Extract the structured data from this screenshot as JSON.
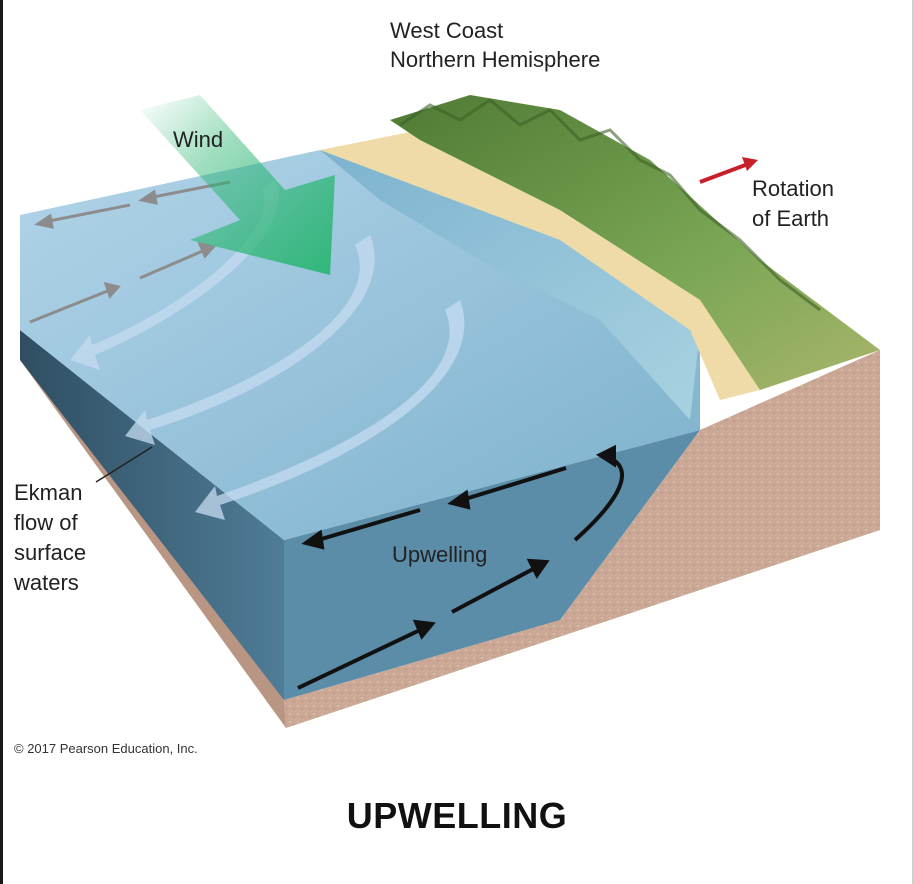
{
  "labels": {
    "location_line1": "West Coast",
    "location_line2": "Northern Hemisphere",
    "wind": "Wind",
    "rotation_line1": "Rotation",
    "rotation_line2": "of Earth",
    "ekman_line1": "Ekman",
    "ekman_line2": "flow of",
    "ekman_line3": "surface",
    "ekman_line4": "waters",
    "upwelling": "Upwelling"
  },
  "copyright": "© 2017 Pearson Education, Inc.",
  "caption": "UPWELLING",
  "colors": {
    "wind_arrow": "#2bb673",
    "rotation_arrow": "#c8202a",
    "ekman_arrow": "#b9d4ee",
    "surface_arrow": "#8c8c8c",
    "upwelling_arrow": "#111111",
    "sediment": "#c9a894",
    "ocean_deep": "#3c5d73",
    "ocean_mid": "#6fa6c2",
    "beach": "#efdba8",
    "land": "#6f9a4a"
  }
}
